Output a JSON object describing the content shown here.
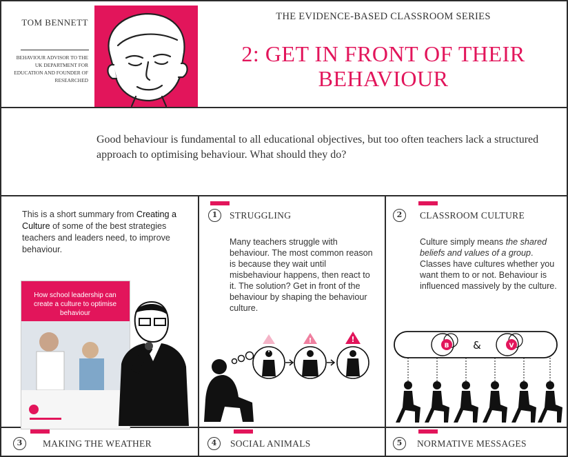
{
  "header": {
    "author_name": "TOM BENNETT",
    "author_bio": "BEHAVIOUR ADVISOR TO THE UK DEPARTMENT FOR EDUCATION AND FOUNDER OF RESEARCHED",
    "series_title": "THE EVIDENCE-BASED CLASSROOM SERIES",
    "main_title": "2: GET IN FRONT OF THEIR BEHAVIOUR"
  },
  "intro": "Good behaviour is fundamental to all educational objectives, but too often teachers lack a structured approach to optimising behaviour. What should they do?",
  "summary": {
    "before": "This is a short summary from ",
    "book": "Creating a Culture",
    "after": " of some of the best strategies teachers and leaders need, to improve behaviour."
  },
  "book_cover": {
    "title": "How school leadership can create a culture to optimise behaviour"
  },
  "sections": [
    {
      "number": "1",
      "title": "STRUGGLING",
      "body": "Many teachers struggle with behaviour. The most common reason is because they wait until misbehaviour happens, then react to it. The solution? Get in front of the behaviour by shaping the behaviour culture."
    },
    {
      "number": "2",
      "title": "CLASSROOM CULTURE",
      "body_pre": "Culture simply means ",
      "body_em": "the shared beliefs and values of a group",
      "body_post": ". Classes have cultures whether you want them to or not. Behaviour is influenced massively by the culture."
    },
    {
      "number": "3",
      "title": "MAKING THE WEATHER"
    },
    {
      "number": "4",
      "title": "SOCIAL ANIMALS"
    },
    {
      "number": "5",
      "title": "NORMATIVE MESSAGES"
    }
  ],
  "culture_diagram": {
    "left_letter": "B",
    "amp": "&",
    "right_letter": "V"
  },
  "struggle_marks": [
    "!",
    "!",
    "!"
  ],
  "colors": {
    "accent": "#e2155b",
    "ink": "#2b2b2b"
  }
}
